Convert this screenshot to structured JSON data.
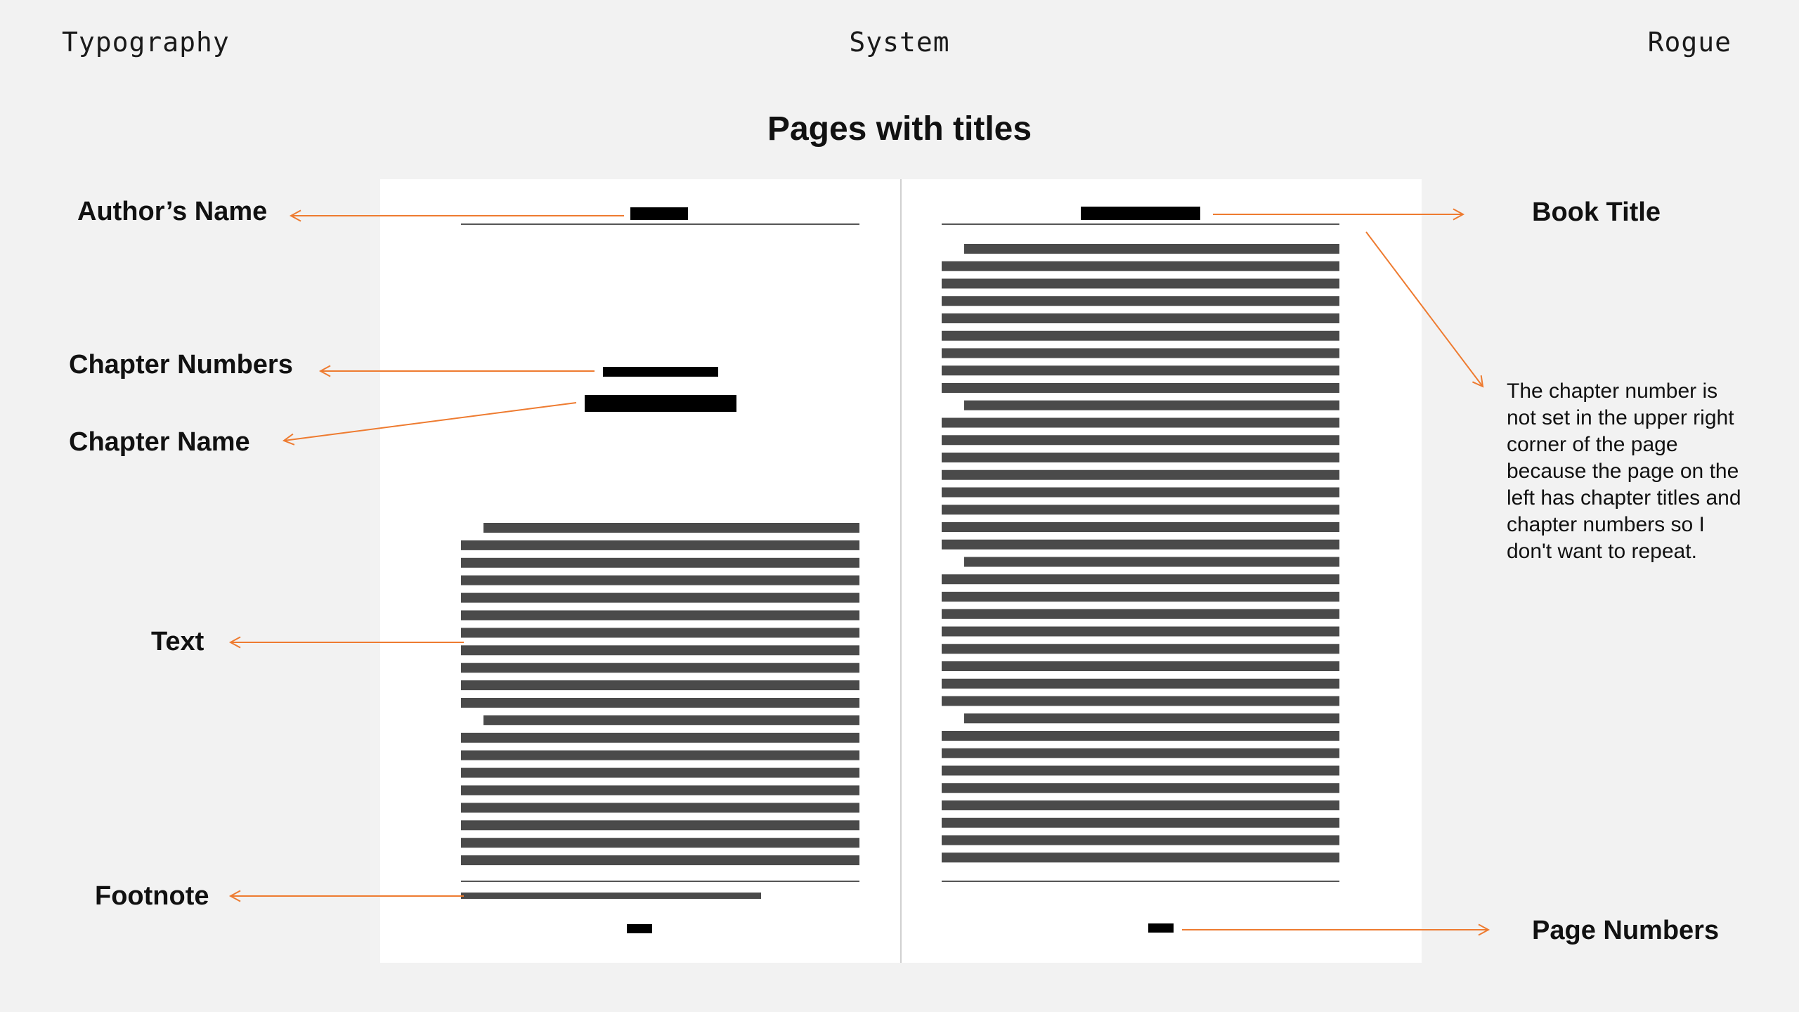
{
  "header": {
    "left": "Typography",
    "center": "System",
    "right": "Rogue"
  },
  "title": "Pages with titles",
  "labels": {
    "author_name": "Author’s Name",
    "chapter_numbers": "Chapter Numbers",
    "chapter_name": "Chapter Name",
    "text": "Text",
    "footnote": "Footnote",
    "book_title": "Book Title",
    "page_numbers": "Page Numbers"
  },
  "note": "The chapter number is not set in the upper right corner of the page because the page on the left has chapter titles and chapter numbers so I don't want to repeat.",
  "colors": {
    "arrow": "#ee7b30",
    "text_bar": "#4a4a4a",
    "background": "#f2f2f2",
    "page": "#ffffff"
  }
}
